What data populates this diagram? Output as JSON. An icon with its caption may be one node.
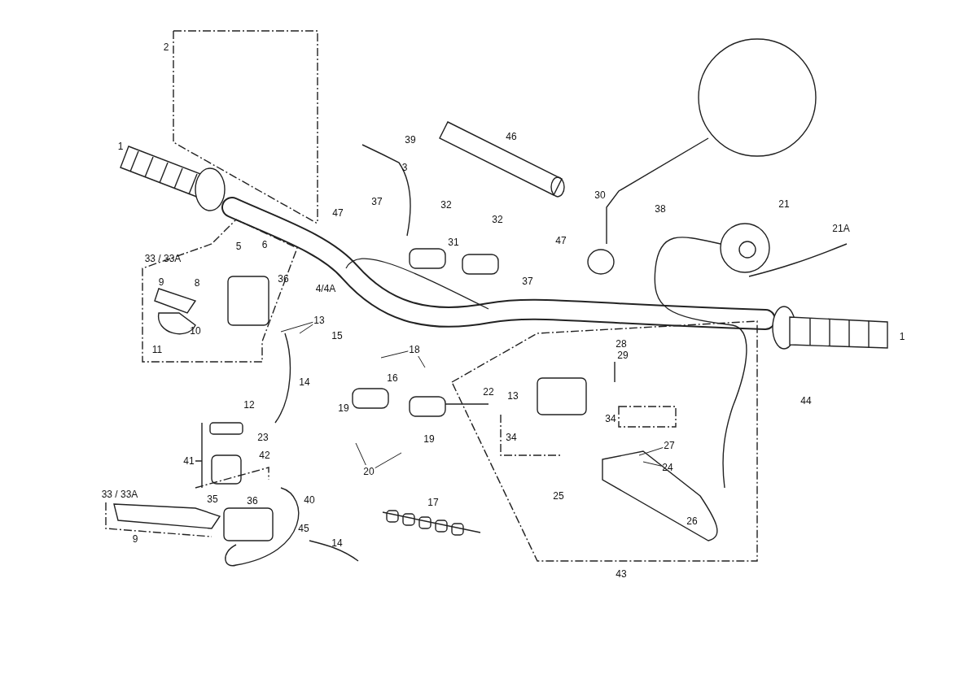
{
  "diagram": {
    "nodes": [
      {
        "text": [
          "13"
        ]
      },
      {
        "text": [
          "18"
        ]
      },
      {
        "text": [
          "20"
        ]
      },
      {
        "text": [
          "27"
        ]
      },
      {
        "text": [
          "24"
        ]
      }
    ],
    "edges": [
      {
        "from": 0,
        "to": null,
        "arrow": "none"
      },
      {
        "from": 0,
        "to": null,
        "arrow": "none"
      },
      {
        "from": 1,
        "to": null,
        "arrow": "none"
      },
      {
        "from": 1,
        "to": null,
        "arrow": "none"
      },
      {
        "from": 2,
        "to": null,
        "arrow": "none"
      },
      {
        "from": 2,
        "to": null,
        "arrow": "none"
      },
      {
        "from": 3,
        "to": null,
        "arrow": "none"
      },
      {
        "from": 4,
        "to": null,
        "arrow": "none"
      }
    ],
    "labels": [
      "2",
      "46",
      "39",
      "1",
      "3",
      "47",
      "37",
      "32",
      "32",
      "31",
      "30",
      "38",
      "21",
      "21A",
      "47",
      "37",
      "33 / 33A",
      "5",
      "6",
      "36",
      "9",
      "8",
      "4/4A",
      "15",
      "10",
      "11",
      "28",
      "1",
      "29",
      "16",
      "22",
      "13",
      "19",
      "19",
      "14",
      "12",
      "23",
      "42",
      "34",
      "34",
      "44",
      "41",
      "33 / 33A",
      "35",
      "36",
      "40",
      "17",
      "25",
      "26",
      "9",
      "45",
      "14",
      "43"
    ]
  }
}
